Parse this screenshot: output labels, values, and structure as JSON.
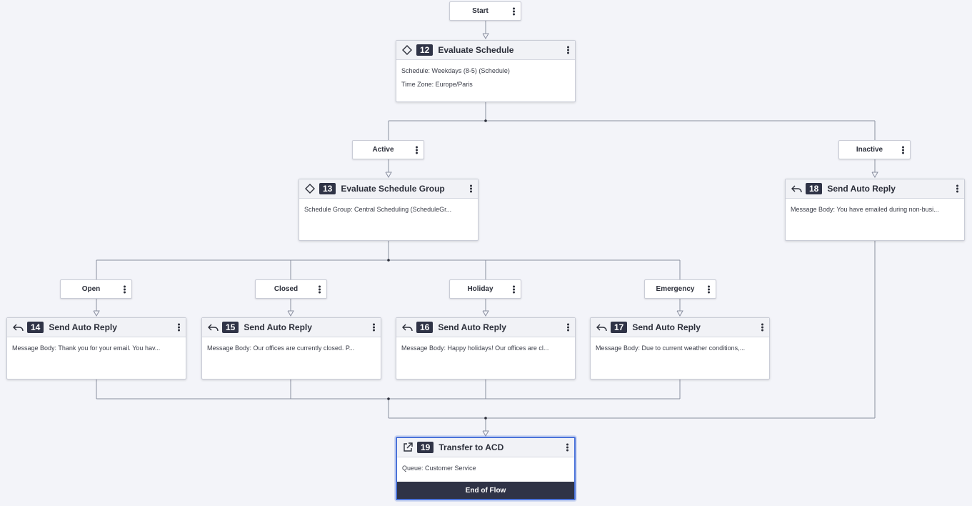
{
  "start": {
    "label": "Start"
  },
  "paths": {
    "active": "Active",
    "inactive": "Inactive",
    "open": "Open",
    "closed": "Closed",
    "holiday": "Holiday",
    "emergency": "Emergency"
  },
  "nodes": {
    "n12": {
      "number": "12",
      "title": "Evaluate Schedule",
      "icon": "diamond-icon",
      "lines": [
        "Schedule: Weekdays (8-5) (Schedule)",
        "Time Zone: Europe/Paris"
      ]
    },
    "n13": {
      "number": "13",
      "title": "Evaluate Schedule Group",
      "icon": "diamond-icon",
      "lines": [
        "Schedule Group: Central Scheduling (ScheduleGr..."
      ]
    },
    "n18": {
      "number": "18",
      "title": "Send Auto Reply",
      "icon": "reply-icon",
      "lines": [
        "Message Body: You have emailed during non-busi..."
      ]
    },
    "n14": {
      "number": "14",
      "title": "Send Auto Reply",
      "icon": "reply-icon",
      "lines": [
        "Message Body: Thank you for your email. You hav..."
      ]
    },
    "n15": {
      "number": "15",
      "title": "Send Auto Reply",
      "icon": "reply-icon",
      "lines": [
        "Message Body: Our offices are currently closed. P..."
      ]
    },
    "n16": {
      "number": "16",
      "title": "Send Auto Reply",
      "icon": "reply-icon",
      "lines": [
        "Message Body: Happy holidays! Our offices are cl..."
      ]
    },
    "n17": {
      "number": "17",
      "title": "Send Auto Reply",
      "icon": "reply-icon",
      "lines": [
        "Message Body: Due to current weather conditions,..."
      ]
    },
    "n19": {
      "number": "19",
      "title": "Transfer to ACD",
      "icon": "transfer-icon",
      "lines": [
        "Queue: Customer Service"
      ],
      "footer": "End of Flow"
    }
  },
  "colors": {
    "canvas": "#f3f4f9",
    "connector": "#8a8fa0",
    "badge": "#2f3346",
    "selected_border": "#4a72d9"
  }
}
